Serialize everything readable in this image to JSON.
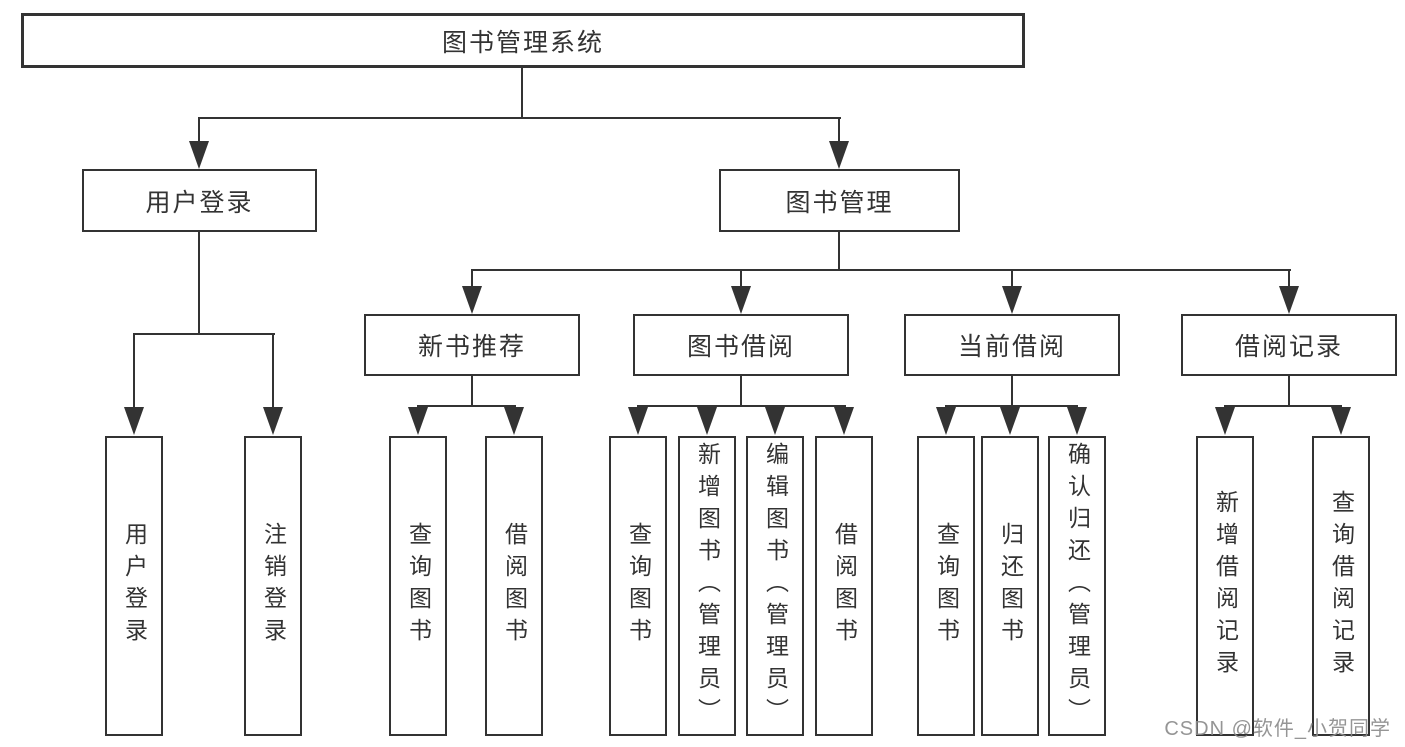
{
  "diagram": {
    "type": "hierarchy-tree",
    "colors": {
      "line": "#333333",
      "text": "#333333",
      "background": "#ffffff",
      "watermark": "#8c8c8c"
    },
    "root": {
      "label": "图书管理系统"
    },
    "user_login": {
      "label": "用户登录",
      "children": [
        {
          "label": "用户登录"
        },
        {
          "label": "注销登录"
        }
      ]
    },
    "book_management": {
      "label": "图书管理",
      "modules": [
        {
          "label": "新书推荐",
          "children": [
            {
              "label": "查询图书"
            },
            {
              "label": "借阅图书"
            }
          ]
        },
        {
          "label": "图书借阅",
          "children": [
            {
              "label": "查询图书"
            },
            {
              "label": "新增图书（管理员）"
            },
            {
              "label": "编辑图书（管理员）"
            },
            {
              "label": "借阅图书"
            }
          ]
        },
        {
          "label": "当前借阅",
          "children": [
            {
              "label": "查询图书"
            },
            {
              "label": "归还图书"
            },
            {
              "label": "确认归还（管理员）"
            }
          ]
        },
        {
          "label": "借阅记录",
          "children": [
            {
              "label": "新增借阅记录"
            },
            {
              "label": "查询借阅记录"
            }
          ]
        }
      ]
    },
    "watermark": "CSDN @软件_小贺同学"
  }
}
